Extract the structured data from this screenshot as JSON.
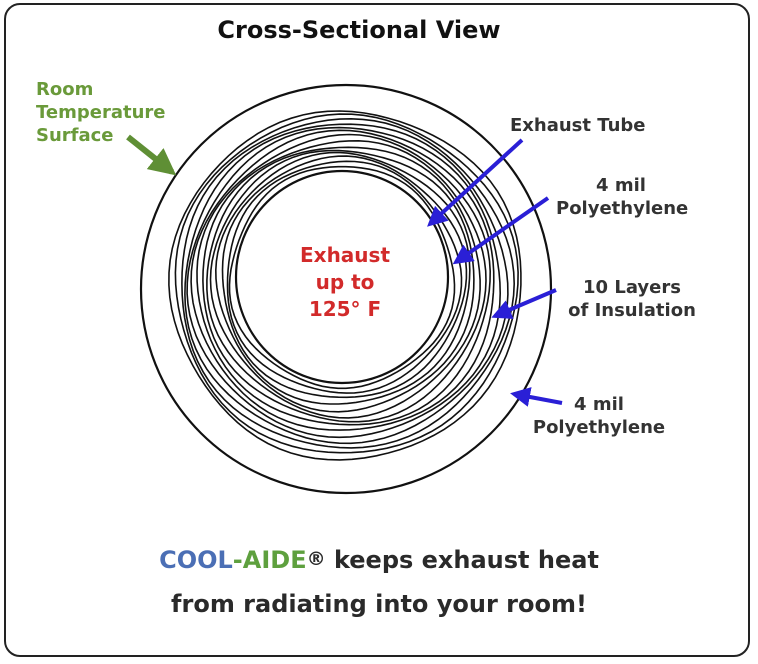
{
  "title": "Cross-Sectional View",
  "labels": {
    "room_line1": "Room",
    "room_line2": "Temperature",
    "room_line3": "Surface",
    "exhaust_tube": "Exhaust Tube",
    "poly_inner_line1": "4 mil",
    "poly_inner_line2": "Polyethylene",
    "insulation_line1": "10 Layers",
    "insulation_line2": "of Insulation",
    "poly_outer_line1": "4 mil",
    "poly_outer_line2": "Polyethylene",
    "center_line1": "Exhaust",
    "center_line2": "up to",
    "center_line3": "125° F"
  },
  "tagline": {
    "brand_cool": "COOL",
    "brand_dash": "-",
    "brand_aide": "AIDE",
    "registered": "®",
    "line1_rest": " keeps exhaust heat",
    "line2": "from radiating into your room!"
  },
  "colors": {
    "room_label": "#6a9a3a",
    "center_label": "#d22a2a",
    "arrow_blue": "#2a1fd6",
    "arrow_green": "#5f8f35",
    "brand_cool": "#4b6fb5",
    "brand_aide": "#5ea03e"
  },
  "insulation_layer_count": 10
}
